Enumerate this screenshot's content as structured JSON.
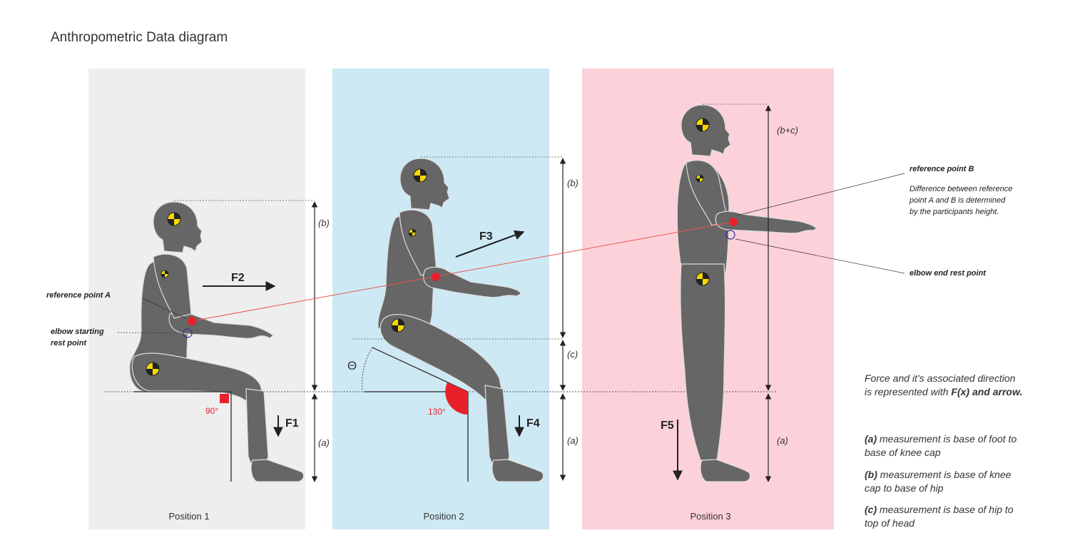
{
  "title": "Anthropometric Data diagram",
  "panels": [
    {
      "label": "Position 1",
      "color": "#eeeeee"
    },
    {
      "label": "Position 2",
      "color": "#cde9f4"
    },
    {
      "label": "Position 3",
      "color": "#fdd1d9"
    }
  ],
  "forces": {
    "f1": "F1",
    "f2": "F2",
    "f3": "F3",
    "f4": "F4",
    "f5": "F5"
  },
  "angles": {
    "p1": "90°",
    "p2": "130°",
    "theta": "Θ"
  },
  "dims": {
    "a": "(a)",
    "b": "(b)",
    "c": "(c)",
    "bc": "(b+c)"
  },
  "annotations": {
    "ref_a": "reference point A",
    "elbow_start_1": "elbow starting",
    "elbow_start_2": "rest point",
    "ref_b": "reference point B",
    "diff_1": "Difference between reference",
    "diff_2": "point A and B is determined",
    "diff_3": "by the participants height.",
    "elbow_end": "elbow end rest point"
  },
  "legend": {
    "force_line1": "Force and it’s associated direction",
    "force_line2_pre": "is represented with ",
    "force_line2_bold": "F(x) and arrow.",
    "a_key": "(a)",
    "a_text": " measurement is base of foot to base of knee cap",
    "b_key": "(b)",
    "b_text": " measurement is base of knee cap to base of hip",
    "c_key": "(c)",
    "c_text": " measurement is base of hip to top of head"
  },
  "colors": {
    "figure": "#666666",
    "red": "#e8202a",
    "marker_yellow": "#f5d800",
    "elbow_ring": "#2f2f8f",
    "ref_line": "#e8574a"
  }
}
